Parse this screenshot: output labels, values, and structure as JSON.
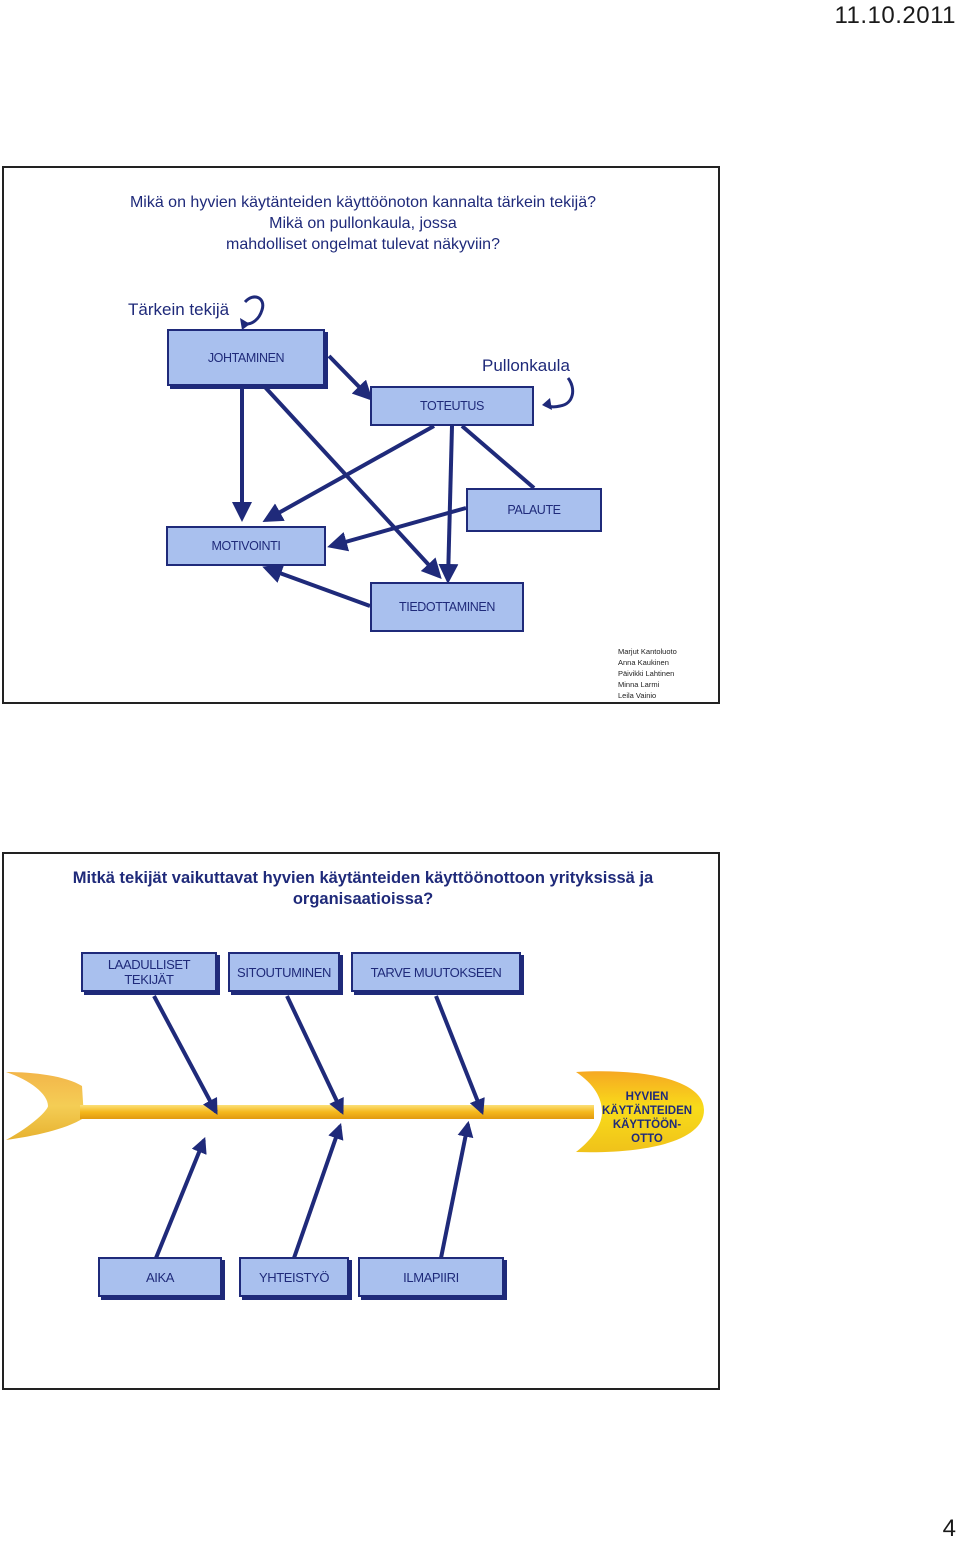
{
  "header": {
    "date": "11.10.2011"
  },
  "footer": {
    "page_number": "4"
  },
  "slide1": {
    "title_lines": [
      "Mikä on hyvien käytänteiden käyttöönoton kannalta tärkein tekijä?",
      "Mikä on pullonkaula, jossa",
      "mahdolliset ongelmat tulevat näkyviin?"
    ],
    "label_tarkein": "Tärkein tekijä",
    "label_pullonkaula": "Pullonkaula",
    "boxes": {
      "johtaminen": "JOHTAMINEN",
      "toteutus": "TOTEUTUS",
      "palaute": "PALAUTE",
      "motivointi": "MOTIVOINTI",
      "tiedottaminen": "TIEDOTTAMINEN"
    },
    "authors": [
      "Marjut    Kantoluoto",
      "Anna   Kaukinen",
      "Päivikki   Lahtinen",
      "Minna    Larmi",
      "Leila   Vainio"
    ],
    "colors": {
      "box_fill": "#a9c0ee",
      "stroke": "#1f2a7a"
    }
  },
  "slide2": {
    "title_lines": [
      "Mitkä tekijät vaikuttavat hyvien käytänteiden käyttöönottoon yrityksissä ja",
      "organisaatioissa?"
    ],
    "top_factors": [
      "LAADULLISET TEKIJÄT",
      "SITOUTUMINEN",
      "TARVE MUUTOKSEEN"
    ],
    "bottom_factors": [
      "AIKA",
      "YHTEISTYÖ",
      "ILMAPIIRI"
    ],
    "head_lines": [
      "HYVIEN",
      "KÄYTÄNTEIDEN",
      "KÄYTTÖÖN-",
      "OTTO"
    ],
    "colors": {
      "spine": "#f5b81c",
      "head": "#f7d417",
      "box_fill": "#a9c0ee"
    }
  }
}
